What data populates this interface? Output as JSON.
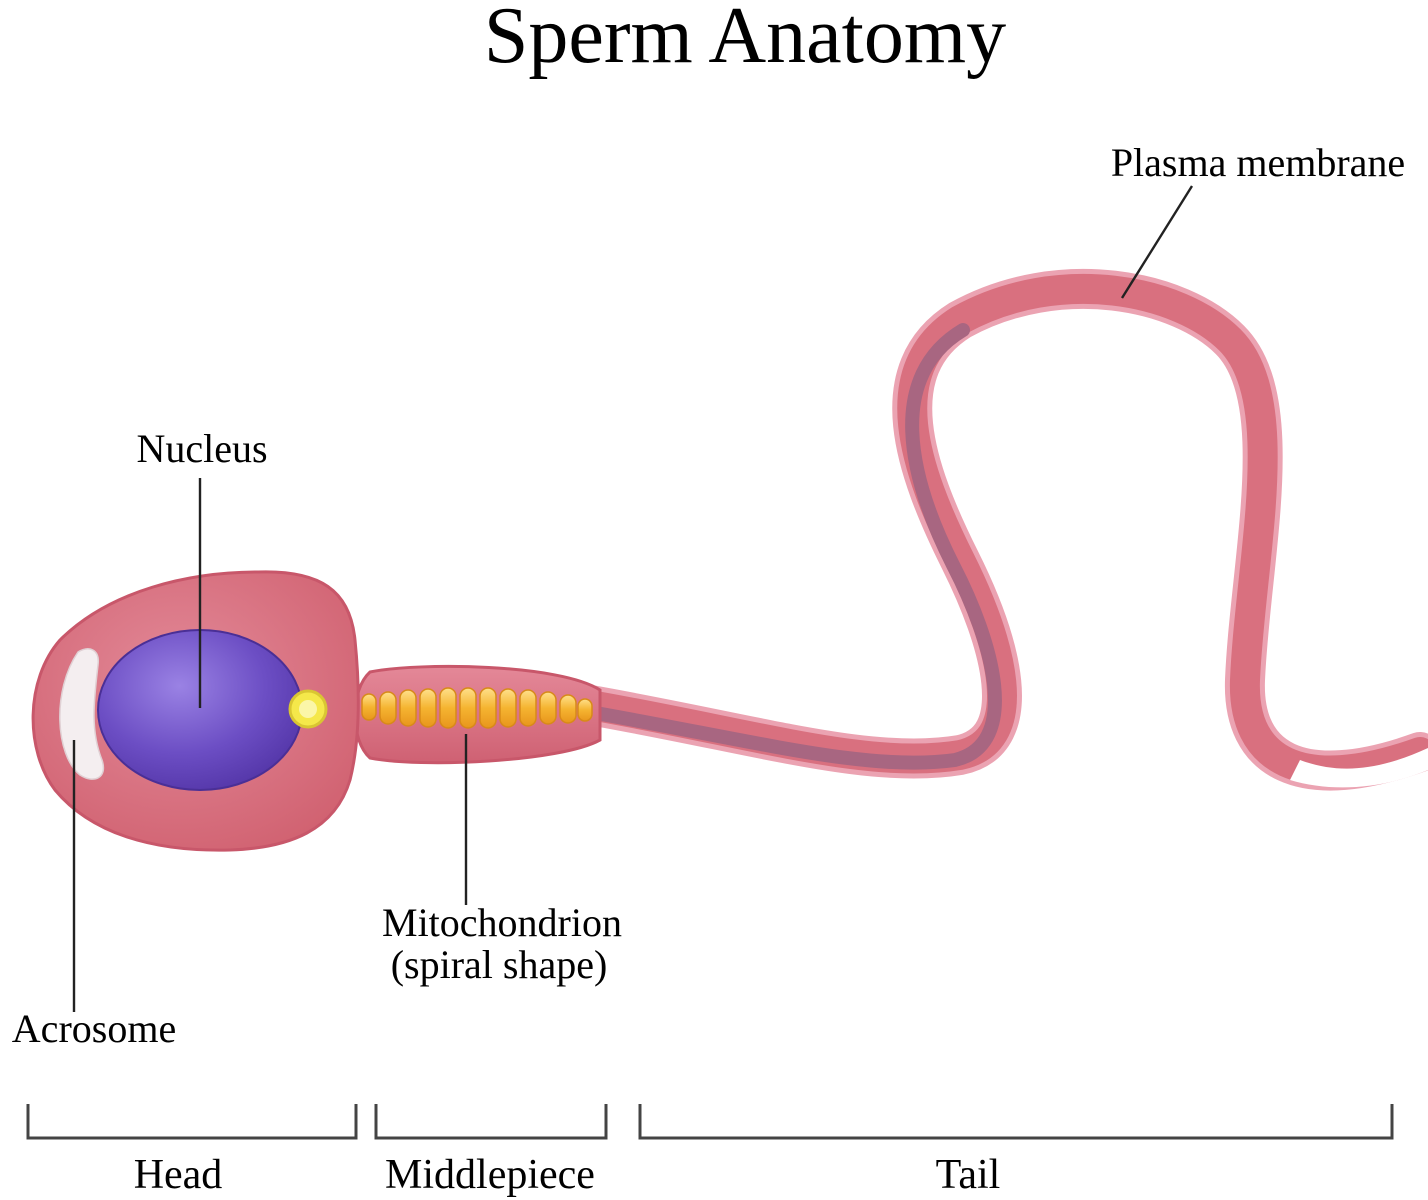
{
  "title": "Sperm Anatomy",
  "labels": {
    "nucleus": "Nucleus",
    "acrosome": "Acrosome",
    "mitochondrion_line1": "Mitochondrion",
    "mitochondrion_line2": "(spiral shape)",
    "plasma_membrane": "Plasma membrane"
  },
  "segments": {
    "head": "Head",
    "middlepiece": "Middlepiece",
    "tail": "Tail"
  },
  "colors": {
    "body": "#d9707f",
    "body_highlight": "#eba3b2",
    "body_outline": "#c8576a",
    "nucleus": "#6c4ec4",
    "nucleus_highlight": "#9a82e4",
    "acrosome": "#f4eef0",
    "mitochondria": "#f5b431",
    "centriole": "#f5e84a",
    "tail_core": "#a86681"
  }
}
